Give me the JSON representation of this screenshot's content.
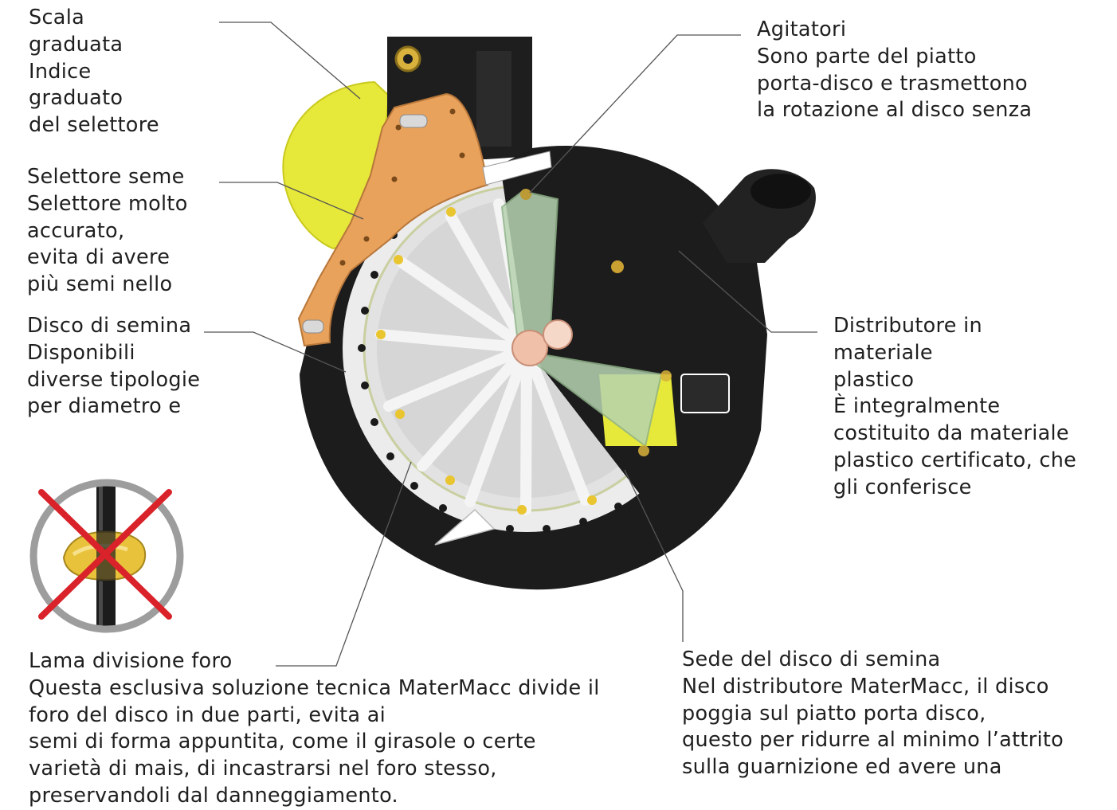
{
  "callouts": {
    "scala_graduata": [
      "Scala",
      "graduata",
      "Indice",
      "graduato",
      "del selettore"
    ],
    "selettore_seme": [
      "Selettore seme",
      "Selettore molto",
      "accurato,",
      "evita di avere",
      "più semi nello"
    ],
    "disco_di_semina": [
      "Disco di semina",
      "Disponibili",
      "diverse tipologie",
      "per diametro e"
    ],
    "agitatori": [
      "Agitatori",
      "Sono parte del piatto",
      "porta-disco e trasmettono",
      "la rotazione al disco senza"
    ],
    "distributore": [
      "Distributore in",
      "materiale",
      "plastico",
      "È integralmente",
      "costituito da materiale",
      "plastico certificato, che",
      "gli conferisce"
    ],
    "lama_divisione_foro": [
      "Lama divisione foro",
      "Questa esclusiva soluzione tecnica MaterMacc divide il",
      "foro del disco in due parti, evita ai",
      "semi di forma appuntita, come il girasole o certe",
      "varietà di mais, di incastrarsi nel foro stesso,",
      "preservandoli dal danneggiamento."
    ],
    "sede_del_disco": [
      "Sede del disco di semina",
      "Nel distributore MaterMacc, il disco",
      "poggia sul piatto porta disco,",
      "questo per ridurre al minimo l’attrito",
      "sulla guarnizione ed avere una"
    ]
  },
  "colors": {
    "text": "#1f1f1f",
    "leader_line": "#555555",
    "housing_black": "#1c1c1c",
    "selector_orange": "#e8a25c",
    "scale_yellow": "#e6e83a",
    "disc_white": "#ececec",
    "agitator_green": "#b7d3b0",
    "hub_pink": "#f0c0a8",
    "prohibited_red": "#d9222a",
    "ring_grey": "#9d9d9d",
    "seed_yellow": "#e8c23a"
  },
  "icons": {
    "product": "seed-distributor-cutaway",
    "warning": "prohibited-seed-icon"
  }
}
